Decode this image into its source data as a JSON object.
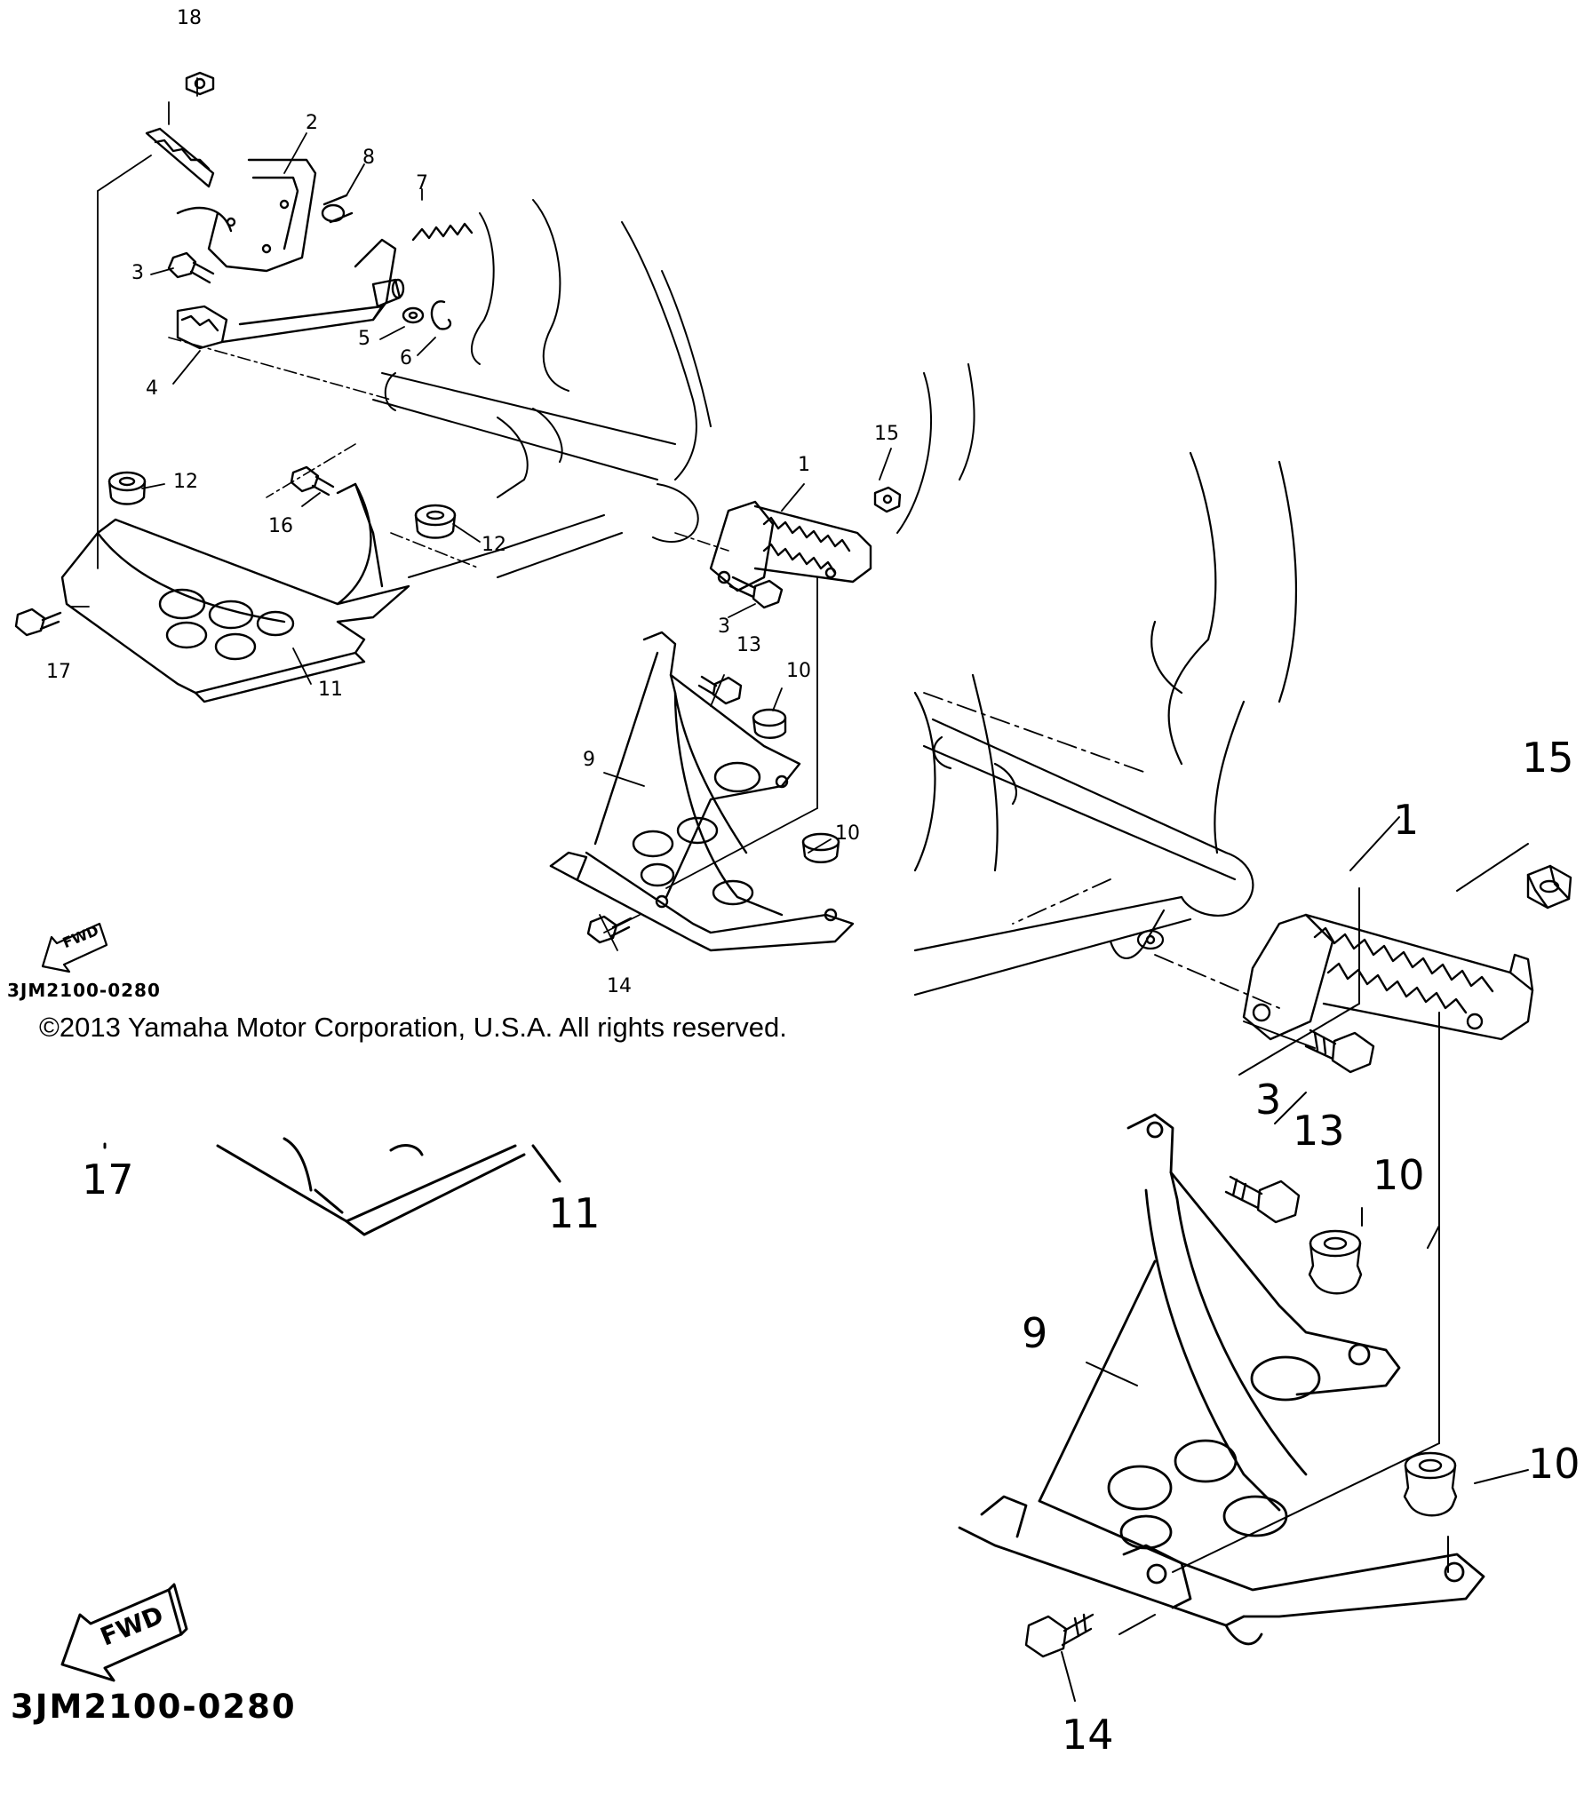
{
  "diagram": {
    "copyright": "©2013 Yamaha Motor Corporation, U.S.A. All rights reserved.",
    "drawing_code_small": "3JM2100-0280",
    "drawing_code_large": "3JM2100-0280",
    "fwd_label": "FWD",
    "callouts_overview": [
      {
        "id": "c18",
        "label": "18"
      },
      {
        "id": "c2",
        "label": "2"
      },
      {
        "id": "c8",
        "label": "8"
      },
      {
        "id": "c7",
        "label": "7"
      },
      {
        "id": "c3a",
        "label": "3"
      },
      {
        "id": "c5",
        "label": "5"
      },
      {
        "id": "c6",
        "label": "6"
      },
      {
        "id": "c4",
        "label": "4"
      },
      {
        "id": "c12a",
        "label": "12"
      },
      {
        "id": "c16",
        "label": "16"
      },
      {
        "id": "c12b",
        "label": "12"
      },
      {
        "id": "c17",
        "label": "17"
      },
      {
        "id": "c11",
        "label": "11"
      },
      {
        "id": "c15",
        "label": "15"
      },
      {
        "id": "c1",
        "label": "1"
      },
      {
        "id": "c3b",
        "label": "3"
      },
      {
        "id": "c13",
        "label": "13"
      },
      {
        "id": "c10a",
        "label": "10"
      },
      {
        "id": "c9",
        "label": "9"
      },
      {
        "id": "c10b",
        "label": "10"
      },
      {
        "id": "c14",
        "label": "14"
      }
    ],
    "callouts_zoom_left": [
      {
        "id": "z17",
        "label": "17"
      },
      {
        "id": "z11",
        "label": "11"
      }
    ],
    "callouts_zoom_right": [
      {
        "id": "r15",
        "label": "15"
      },
      {
        "id": "r1",
        "label": "1"
      },
      {
        "id": "r3",
        "label": "3"
      },
      {
        "id": "r13",
        "label": "13"
      },
      {
        "id": "r10a",
        "label": "10"
      },
      {
        "id": "r9",
        "label": "9"
      },
      {
        "id": "r10b",
        "label": "10"
      },
      {
        "id": "r14",
        "label": "14"
      }
    ]
  }
}
